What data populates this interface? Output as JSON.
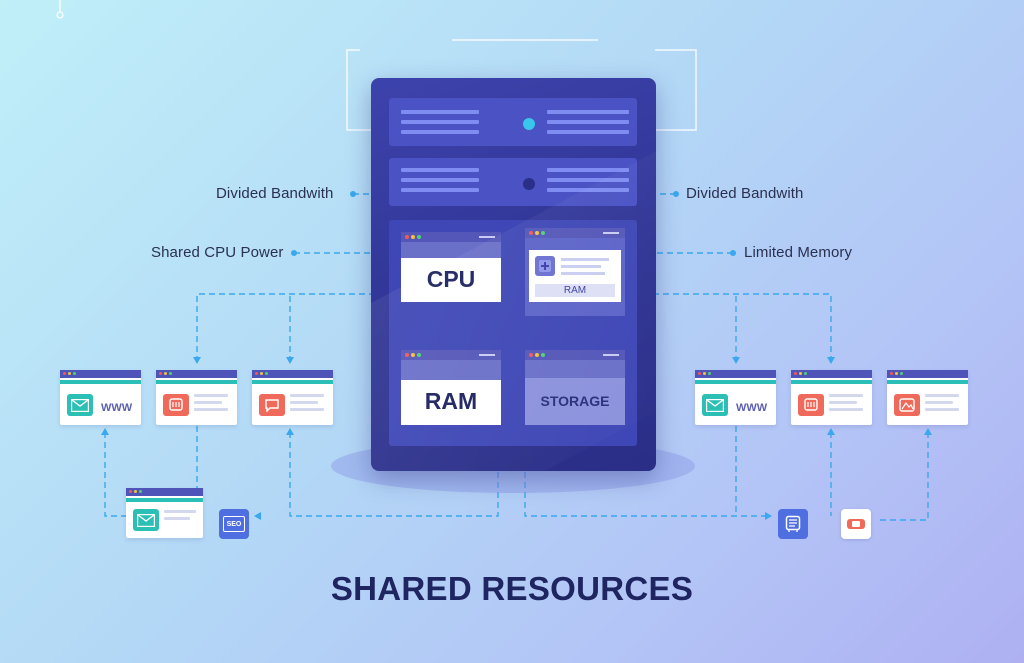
{
  "labels": {
    "divided_left": "Divided Bandwith",
    "divided_right": "Divided Bandwith",
    "shared_cpu": "Shared CPU Power",
    "limited_memory": "Limited Memory"
  },
  "server": {
    "cpu_label": "CPU",
    "ram_card_label": "RAM",
    "ram_label": "RAM",
    "storage_label": "STORAGE"
  },
  "sites": {
    "www_label": "WWW"
  },
  "mini_icons": {
    "seo_label": "SEO"
  },
  "title": "SHARED RESOURCES",
  "colors": {
    "server_body": "#2f3494",
    "rack": "#4a52c4",
    "connector": "#3aa8ee",
    "accent_teal": "#2bbfb6",
    "accent_red": "#ef6a5a",
    "title": "#1f2560"
  }
}
